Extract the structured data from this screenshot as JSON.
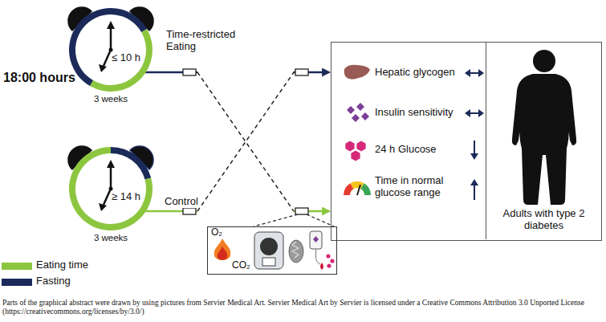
{
  "diagram": {
    "caption": "Parts of the graphical abstract were drawn by using pictures from Servier Medical Art. Servier Medical Art by Servier is licensed under a Creative Commons Attribution 3.0 Unported License (https://creativecommons.org/licenses/by/3.0/)",
    "nodes": [
      {
        "text": [
          "≤ 10 h",
          "3 weeks"
        ]
      },
      {
        "text": [
          "≥ 14 h",
          "3 weeks"
        ]
      },
      {
        "text": [
          "Hepatic glycogen",
          "Insulin sensitivity",
          "24 h Glucose",
          "Time in normal glucose range"
        ]
      },
      {
        "text": [
          "Adults with type 2 diabetes"
        ],
        "in": 2
      },
      {
        "text": [
          "O₂",
          "CO₂"
        ]
      }
    ],
    "edges": [
      {
        "from": 0,
        "to": 2,
        "arrow": "to",
        "label": "Time-restricted Eating"
      },
      {
        "from": 1,
        "to": 2,
        "arrow": "to",
        "label": "Control"
      }
    ],
    "labels": [
      "18:00 hours"
    ],
    "legend": [
      {
        "text": "Eating time",
        "color": "#8cc63f"
      },
      {
        "text": "Fasting",
        "color": "#1b2a59"
      }
    ]
  }
}
